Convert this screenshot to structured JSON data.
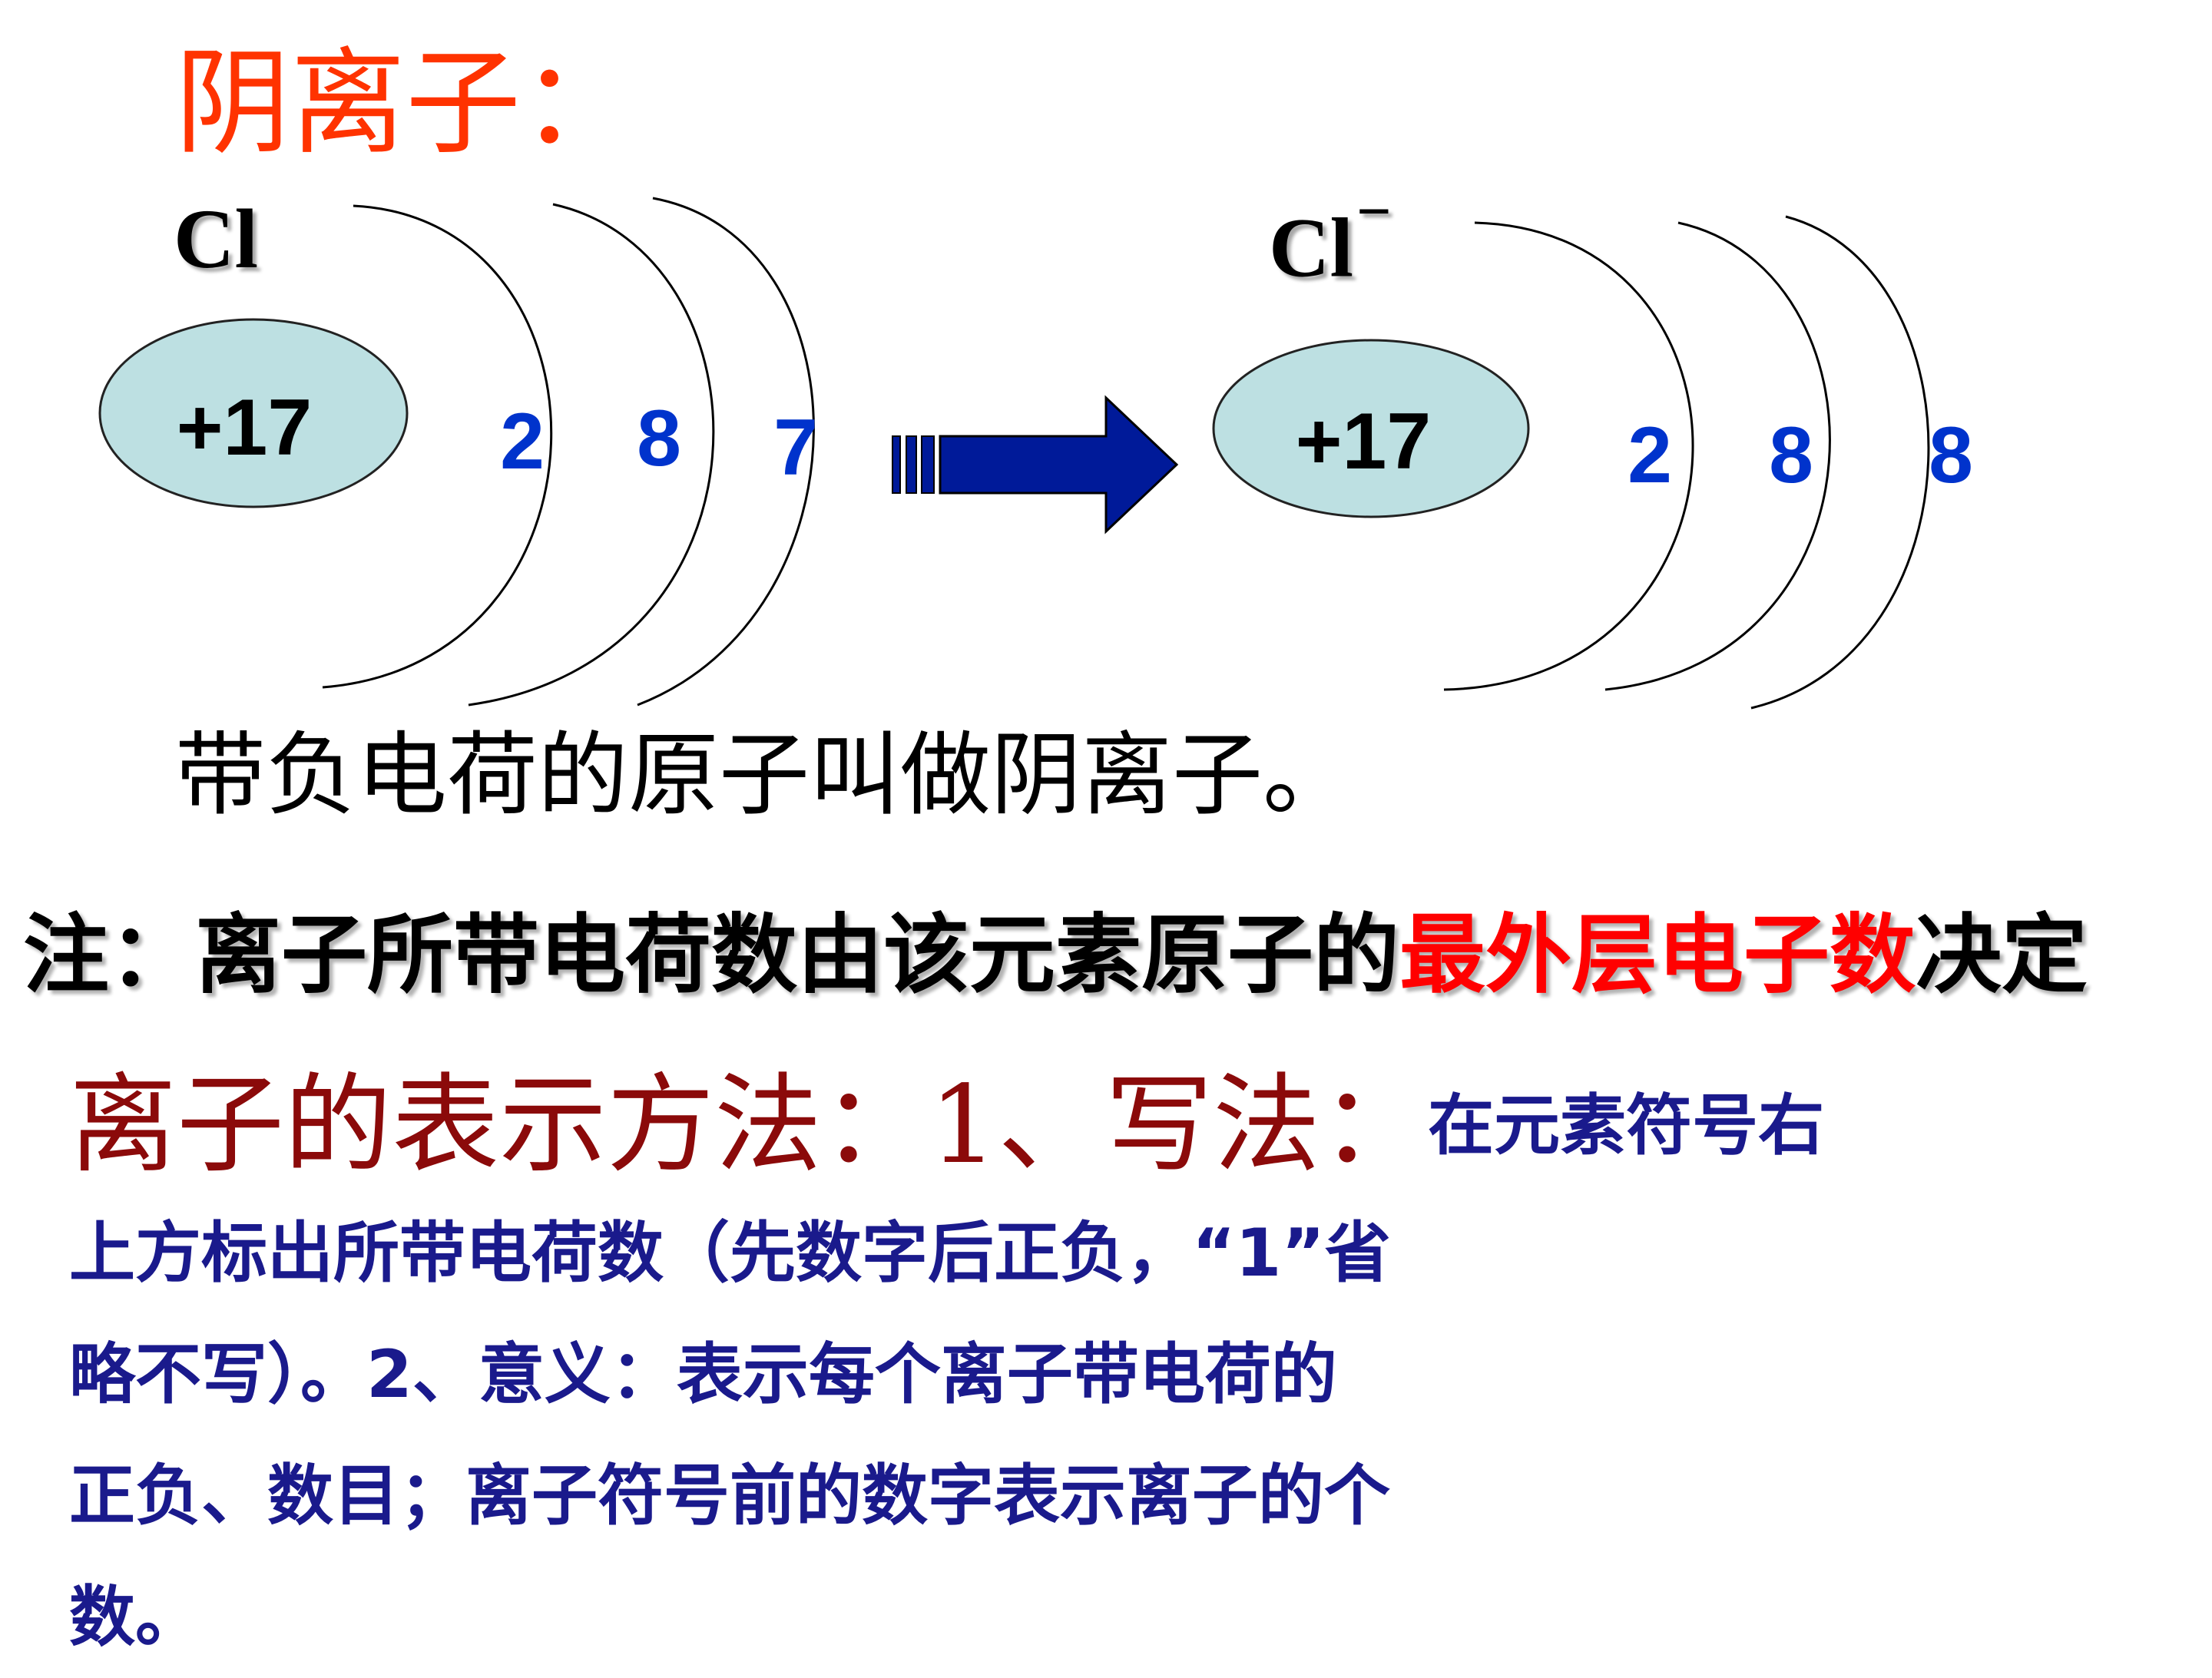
{
  "title": "阴离子：",
  "atom": {
    "symbol": "Cl",
    "nucleus": "+17",
    "shells": [
      "2",
      "8",
      "7"
    ]
  },
  "ion": {
    "symbol": "Cl",
    "charge": "−",
    "nucleus": "+17",
    "shells": [
      "2",
      "8",
      "8"
    ]
  },
  "definition": "带负电荷的原子叫做阴离子。",
  "note": {
    "prefix": "注：离子所带电荷数由该元素原子的",
    "highlight": "最外层电子数",
    "suffix": "决定"
  },
  "method": {
    "heading": "离子的表示方法：1、写法：",
    "lines": [
      "在元素符号右",
      "上方标出所带电荷数（先数字后正负，“1”省",
      "略不写）。2、意义：表示每个离子带电荷的",
      "正负、数目；离子符号前的数字表示离子的个",
      "数。"
    ]
  },
  "colors": {
    "title": "#ff3300",
    "nucleus_fill": "#bde0e2",
    "shell_number": "#0033cc",
    "arrow": "#001a99",
    "note_highlight": "#ff0000",
    "method_heading": "#8b0a0a",
    "method_text": "#1a1a8c"
  }
}
